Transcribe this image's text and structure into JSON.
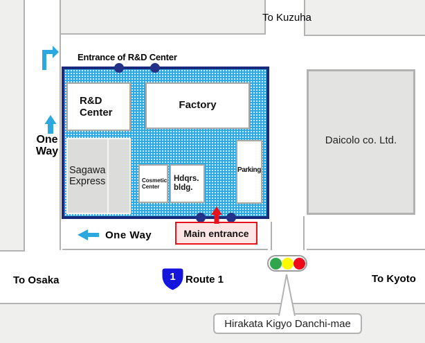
{
  "roads": {
    "to_kuzuha": "To Kuzuha",
    "to_osaka": "To Osaka",
    "to_kyoto": "To Kyoto",
    "route_badge_number": "1",
    "route_label": "Route 1",
    "one_way_vertical": "One\nWay",
    "one_way_horizontal": "One Way"
  },
  "compound": {
    "entrance_label": "Entrance of R&D Center",
    "main_entrance_label": "Main entrance",
    "buildings": {
      "rnd_center": "R&D\nCenter",
      "factory": "Factory",
      "sagawa": "Sagawa\nExpress",
      "cosmetic": "Cosmetic\nCenter",
      "hdqrs": "Hdqrs.\nbldg.",
      "parking": "Parking"
    }
  },
  "landmarks": {
    "daicolo": "Daicolo co. Ltd.",
    "station_callout": "Hirakata Kigyo Danchi-mae"
  },
  "colors": {
    "compound_fill": "#2fa9e1",
    "compound_border": "#1a2b7e",
    "gate_dot": "#243189",
    "one_way_arrow": "#2da7e0",
    "entrance_red": "#e8121c",
    "entrance_pink": "#fce5e3",
    "route_badge_blue": "#1414dd",
    "signal_green": "#2fa64e",
    "signal_yellow": "#fef900",
    "signal_red": "#ee0a18",
    "block_gray": "#efefee",
    "border_gray": "#b2b2b0"
  }
}
